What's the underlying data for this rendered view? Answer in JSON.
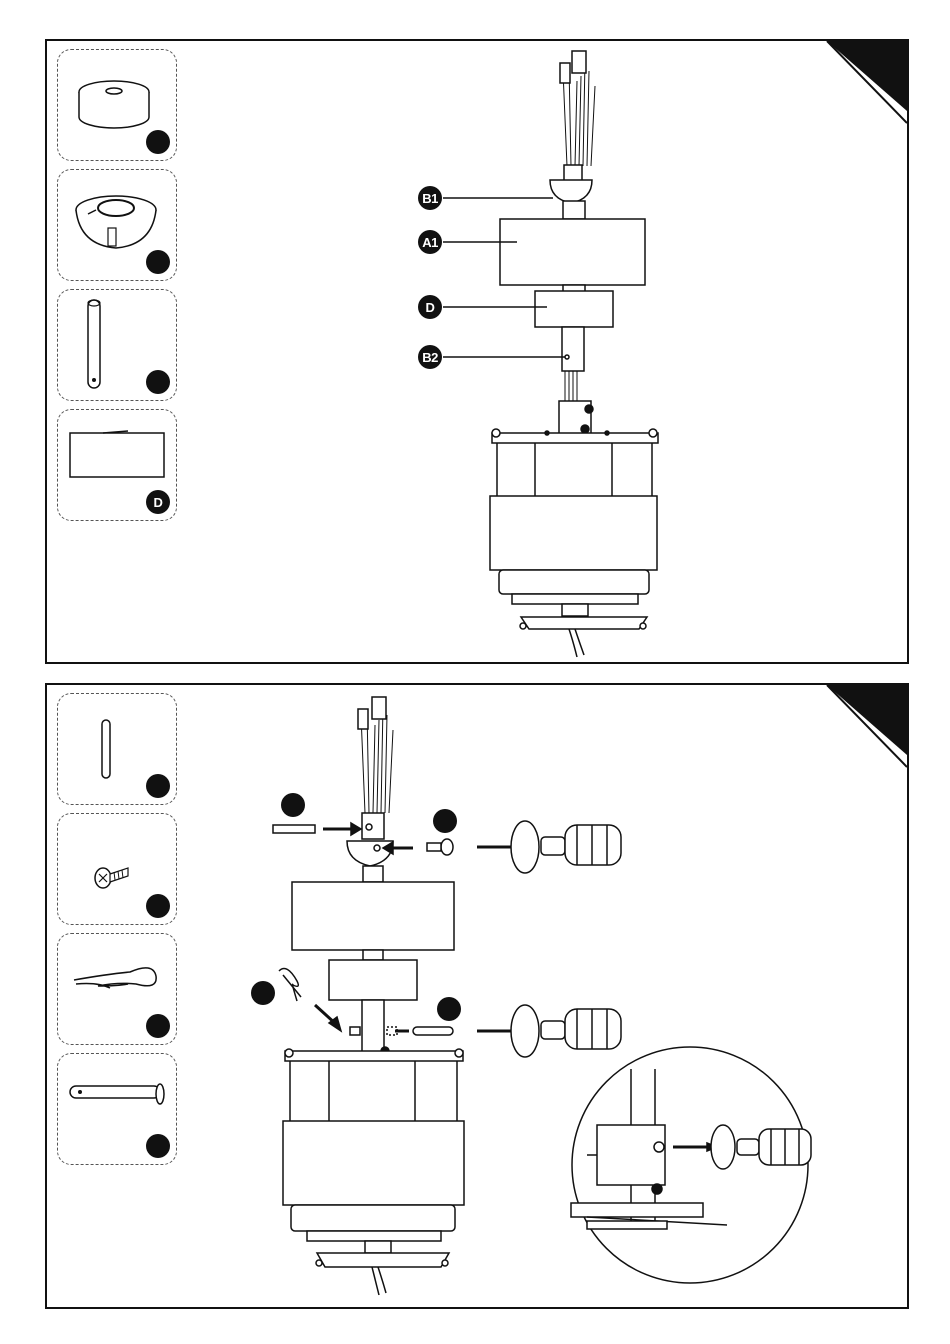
{
  "panel_1": {
    "parts": [
      {
        "name": "canopy-cap",
        "badge": ""
      },
      {
        "name": "hanger-ball",
        "badge": ""
      },
      {
        "name": "downrod",
        "badge": ""
      },
      {
        "name": "motor-collar-cover",
        "badge": "D"
      }
    ],
    "callouts": [
      {
        "id": "B1",
        "label": "B1"
      },
      {
        "id": "A1",
        "label": "A1"
      },
      {
        "id": "D",
        "label": "D"
      },
      {
        "id": "B2",
        "label": "B2"
      }
    ]
  },
  "panel_2": {
    "parts": [
      {
        "name": "pin",
        "badge": ""
      },
      {
        "name": "screw",
        "badge": ""
      },
      {
        "name": "hairpin-clip",
        "badge": ""
      },
      {
        "name": "clevis-pin",
        "badge": ""
      }
    ],
    "step_badges": [
      "",
      "",
      "",
      ""
    ]
  },
  "colors": {
    "line": "#111111",
    "badge": "#111111",
    "corner": "#111111"
  }
}
